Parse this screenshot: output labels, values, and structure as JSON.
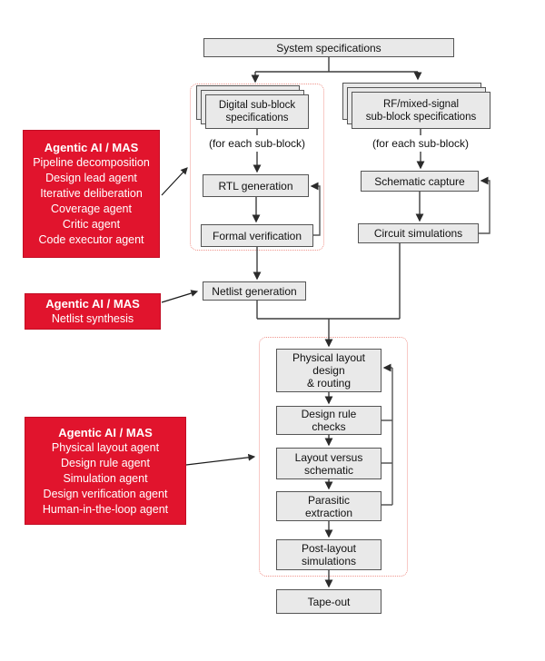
{
  "colors": {
    "accent_red": "#e1142d",
    "node_fill": "#e9e9e9",
    "node_border": "#555555",
    "dotted_outline": "#f0948c",
    "connector": "#3d3d3d",
    "agent_text": "#ffffff"
  },
  "nodes": {
    "system_spec": {
      "label": "System specifications"
    },
    "digital_spec": {
      "label": "Digital sub-block\nspecifications"
    },
    "for_each_digital": {
      "label": "(for each sub-block)"
    },
    "rtl_generation": {
      "label": "RTL generation"
    },
    "formal_verification": {
      "label": "Formal verification"
    },
    "rf_spec": {
      "label": "RF/mixed-signal\nsub-block specifications"
    },
    "for_each_rf": {
      "label": "(for each sub-block)"
    },
    "schematic_capture": {
      "label": "Schematic capture"
    },
    "circuit_simulations": {
      "label": "Circuit simulations"
    },
    "netlist_generation": {
      "label": "Netlist generation"
    },
    "physical_layout": {
      "label": "Physical layout\ndesign\n& routing"
    },
    "design_rule_checks": {
      "label": "Design rule\nchecks"
    },
    "layout_versus_schematic": {
      "label": "Layout versus\nschematic"
    },
    "parasitic_extraction": {
      "label": "Parasitic\nextraction"
    },
    "post_layout_simulations": {
      "label": "Post-layout\nsimulations"
    },
    "tape_out": {
      "label": "Tape-out"
    }
  },
  "agent_boxes": [
    {
      "title": "Agentic AI / MAS",
      "lines": [
        "Pipeline decomposition",
        "Design lead agent",
        "Iterative deliberation",
        "Coverage agent",
        "Critic agent",
        "Code executor agent"
      ]
    },
    {
      "title": "Agentic AI / MAS",
      "lines": [
        "Netlist synthesis"
      ]
    },
    {
      "title": "Agentic AI / MAS",
      "lines": [
        "Physical layout agent",
        "Design rule agent",
        "Simulation agent",
        "Design verification agent",
        "Human-in-the-loop agent"
      ]
    }
  ]
}
